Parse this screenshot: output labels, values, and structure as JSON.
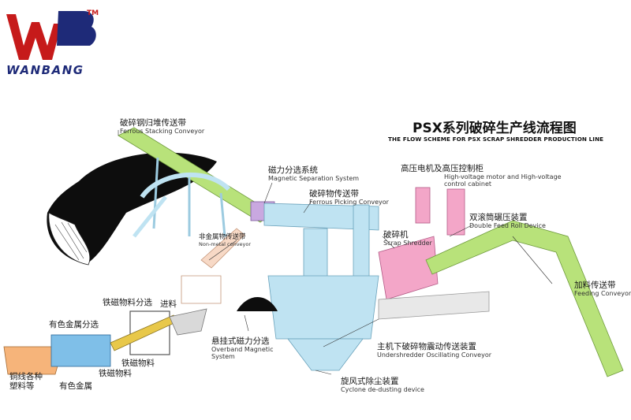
{
  "logo": {
    "brand": "WANBANG",
    "tm": "TM",
    "mark_letters": "WB"
  },
  "title": {
    "cn": "PSX系列破碎生产线流程图",
    "en": "THE FLOW SCHEME FOR PSX SCRAP SHREDDER PRODUCTION LINE"
  },
  "labels": {
    "ferrous_stacking": {
      "cn": "破碎钢归堆传送带",
      "en": "Ferrous Stacking Conveyor"
    },
    "magnetic_separation": {
      "cn": "磁力分选系统",
      "en": "Magnetic Separation System"
    },
    "ferrous_picking": {
      "cn": "破碎物传送带",
      "en": "Ferrous Picking Conveyor"
    },
    "hv_motor": {
      "cn": "高压电机及高压控制柜",
      "en1": "High-voltage motor and High-voltage",
      "en2": "control cabinet"
    },
    "scrap_shredder": {
      "cn": "破碎机",
      "en": "Scrap Shredder"
    },
    "double_feed": {
      "cn": "双滚筒碾压装置",
      "en": "Double Feed Roll Device"
    },
    "nonmetal_conveyor": {
      "cn": "非金属物传送带",
      "en": "Non-metal conveyor"
    },
    "feeding_conveyor": {
      "cn": "加料传送带",
      "en": "Feeding Conveyor"
    },
    "ferromagnetic_sort": {
      "cn": "铁磁物料分选"
    },
    "feed_in": {
      "cn": "进料"
    },
    "nonferrous_sort": {
      "cn": "有色金属分选"
    },
    "overband": {
      "cn": "悬挂式磁力分选",
      "en1": "Overband Magnetic",
      "en2": "System"
    },
    "undershredder": {
      "cn": "主机下破碎物震动传送装置",
      "en": "Undershredder Oscillating Conveyor"
    },
    "ferromagnetic_material_1": {
      "cn": "铁磁物料"
    },
    "ferromagnetic_material_2": {
      "cn": "铁磁物料"
    },
    "copper_plastic": {
      "cn1": "铜线各种",
      "cn2": "塑料等"
    },
    "nonferrous_metal": {
      "cn": "有色金属"
    },
    "cyclone": {
      "cn": "旋风式除尘装置",
      "en": "Cyclone de-dusting device"
    }
  },
  "colors": {
    "conveyor_green": "#b8e27a",
    "structure_blue": "#bfe3f2",
    "shredder_pink": "#f3a6c8",
    "magnet_purple": "#c9a8e0",
    "pile_black": "#0d0d0d",
    "logo_red": "#c61a1a",
    "logo_blue": "#1e2a78"
  }
}
